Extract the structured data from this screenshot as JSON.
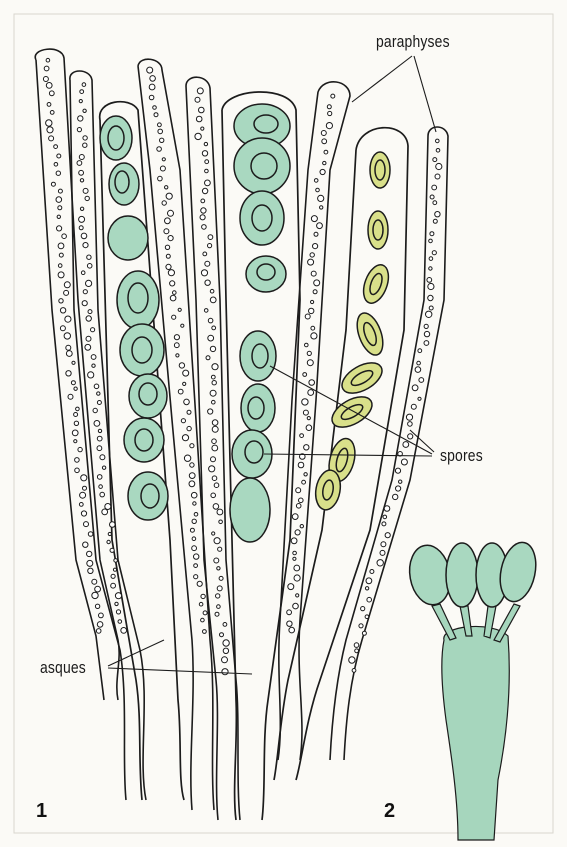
{
  "labels": {
    "paraphyses": "paraphyses",
    "spores": "spores",
    "asques": "asques"
  },
  "figure_numbers": {
    "fig1": "1",
    "fig2": "2"
  },
  "colors": {
    "background": "#fbfaf6",
    "outline": "#1c1c1c",
    "green_spore": "#a9d8c0",
    "yellow_spore": "#d9e08a",
    "basidium": "#a6d6bd",
    "frame": "#d8d6cf"
  }
}
